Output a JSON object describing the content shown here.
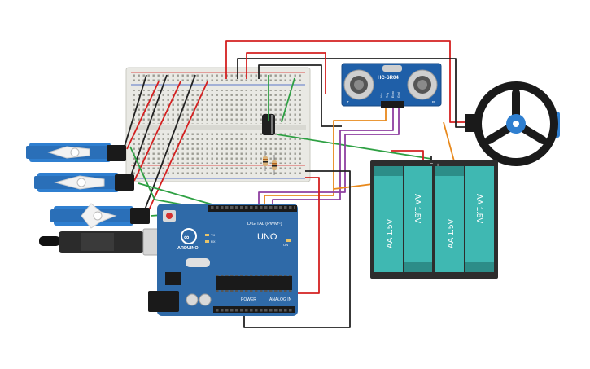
{
  "canvas": {
    "background": "#ffffff"
  },
  "colors": {
    "wire_red": "#d42020",
    "wire_black": "#222222",
    "wire_green": "#2ea043",
    "wire_orange": "#e8891c",
    "wire_purple": "#8e3fa0",
    "arduino_board": "#2f6aa8",
    "servo_blue": "#2f7fd0",
    "battery_cell": "#3fb8b2",
    "battery_holder": "#2d2d2d",
    "breadboard": "#e9e9e4",
    "sensor_board": "#1f5fa8"
  },
  "components": {
    "arduino": {
      "logo_text": "ARDUINO",
      "model_text": "UNO",
      "digital_header_label": "DIGITAL (PWM~)",
      "power_label": "POWER",
      "analog_label": "ANALOG IN",
      "led_labels": [
        "TX",
        "RX"
      ],
      "on_label": "ON"
    },
    "ultrasonic_sensor": {
      "model_label": "HC-SR04",
      "pin_labels": [
        "Vcc",
        "Trig",
        "Echo",
        "Gnd"
      ],
      "side_labels": [
        "T",
        "R"
      ]
    },
    "battery_pack": {
      "cells": [
        "AA 1.5V",
        "AA 1.5V",
        "AA 1.5V",
        "AA 1.5V"
      ],
      "minus_symbol": "−",
      "plus_symbol": "+"
    },
    "servos": [
      {
        "icon": "micro-servo-icon"
      },
      {
        "icon": "micro-servo-icon"
      },
      {
        "icon": "micro-servo-icon"
      }
    ],
    "wheel_motor": {
      "icon": "wheel-icon"
    },
    "capacitor": {
      "icon": "capacitor-icon"
    },
    "resistors": {
      "count": 2,
      "icon": "resistor-icon"
    },
    "breadboard": {
      "icon": "breadboard-icon"
    }
  }
}
